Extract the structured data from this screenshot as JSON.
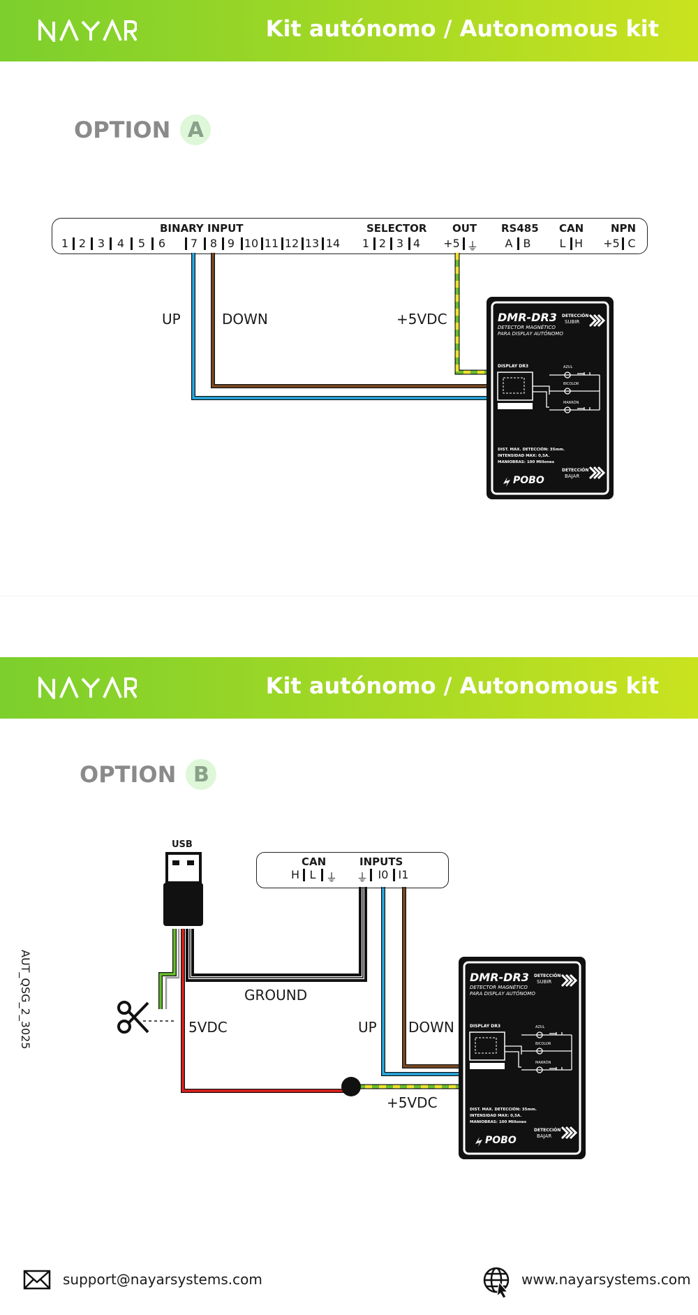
{
  "header": {
    "brand": "NAYAR",
    "title": "Kit autónomo / Autonomous kit"
  },
  "option_a": {
    "label": "OPTION",
    "letter": "A",
    "terminal": {
      "groups": {
        "binary_input": "BINARY INPUT",
        "selector": "SELECTOR",
        "out": "OUT",
        "rs485": "RS485",
        "can": "CAN",
        "npn": "NPN"
      },
      "pins": [
        "1",
        "2",
        "3",
        "4",
        "5",
        "6",
        "7",
        "8",
        "9",
        "10",
        "11",
        "12",
        "13",
        "14",
        "1",
        "2",
        "3",
        "4",
        "+5",
        "⏚",
        "A",
        "B",
        "L",
        "H",
        "+5",
        "C"
      ]
    },
    "wires": {
      "up": "UP",
      "down": "DOWN",
      "vdc": "+5VDC"
    }
  },
  "option_b": {
    "label": "OPTION",
    "letter": "B",
    "usb": "USB",
    "terminal": {
      "groups": {
        "can": "CAN",
        "inputs": "INPUTS"
      },
      "pins": [
        "H",
        "L",
        "⏚",
        "⏚",
        "I0",
        "I1"
      ]
    },
    "wires": {
      "ground": "GROUND",
      "vdc5": "5VDC",
      "up": "UP",
      "down": "DOWN",
      "vdc": "+5VDC"
    }
  },
  "device": {
    "model": "DMR-DR3",
    "subtitle_1": "DETECTOR MAGNÉTICO",
    "subtitle_2": "PARA DISPLAY AUTÓNOMO",
    "det_up_1": "DETECCIÓN",
    "det_up_2": "SUBIR",
    "det_down_1": "DETECCIÓN",
    "det_down_2": "BAJAR",
    "display": "DISPLAY DR3",
    "azul": "AZUL",
    "bicolor": "BICOLOR",
    "marron": "MARRÓN",
    "spec_1": "DIST. MAX. DETECCIÓN:  35mm.",
    "spec_2": "INTENSIDAD  MAX:  0,5A.",
    "spec_3": "MANIOBRAS:  100  Millones",
    "brand": "POBO"
  },
  "footer": {
    "email": "support@nayarsystems.com",
    "web": "www.nayarsystems.com",
    "doc_id": "AUT_QSG_2_3025"
  },
  "colors": {
    "header_start": "#7ccf2c",
    "header_end": "#c9e31f",
    "wire_blue": "#29abe2",
    "wire_brown": "#7a4a24",
    "wire_red": "#e0201c",
    "wire_green": "#6abf2e",
    "wire_yellow": "#f0e030",
    "wire_black": "#111111"
  }
}
